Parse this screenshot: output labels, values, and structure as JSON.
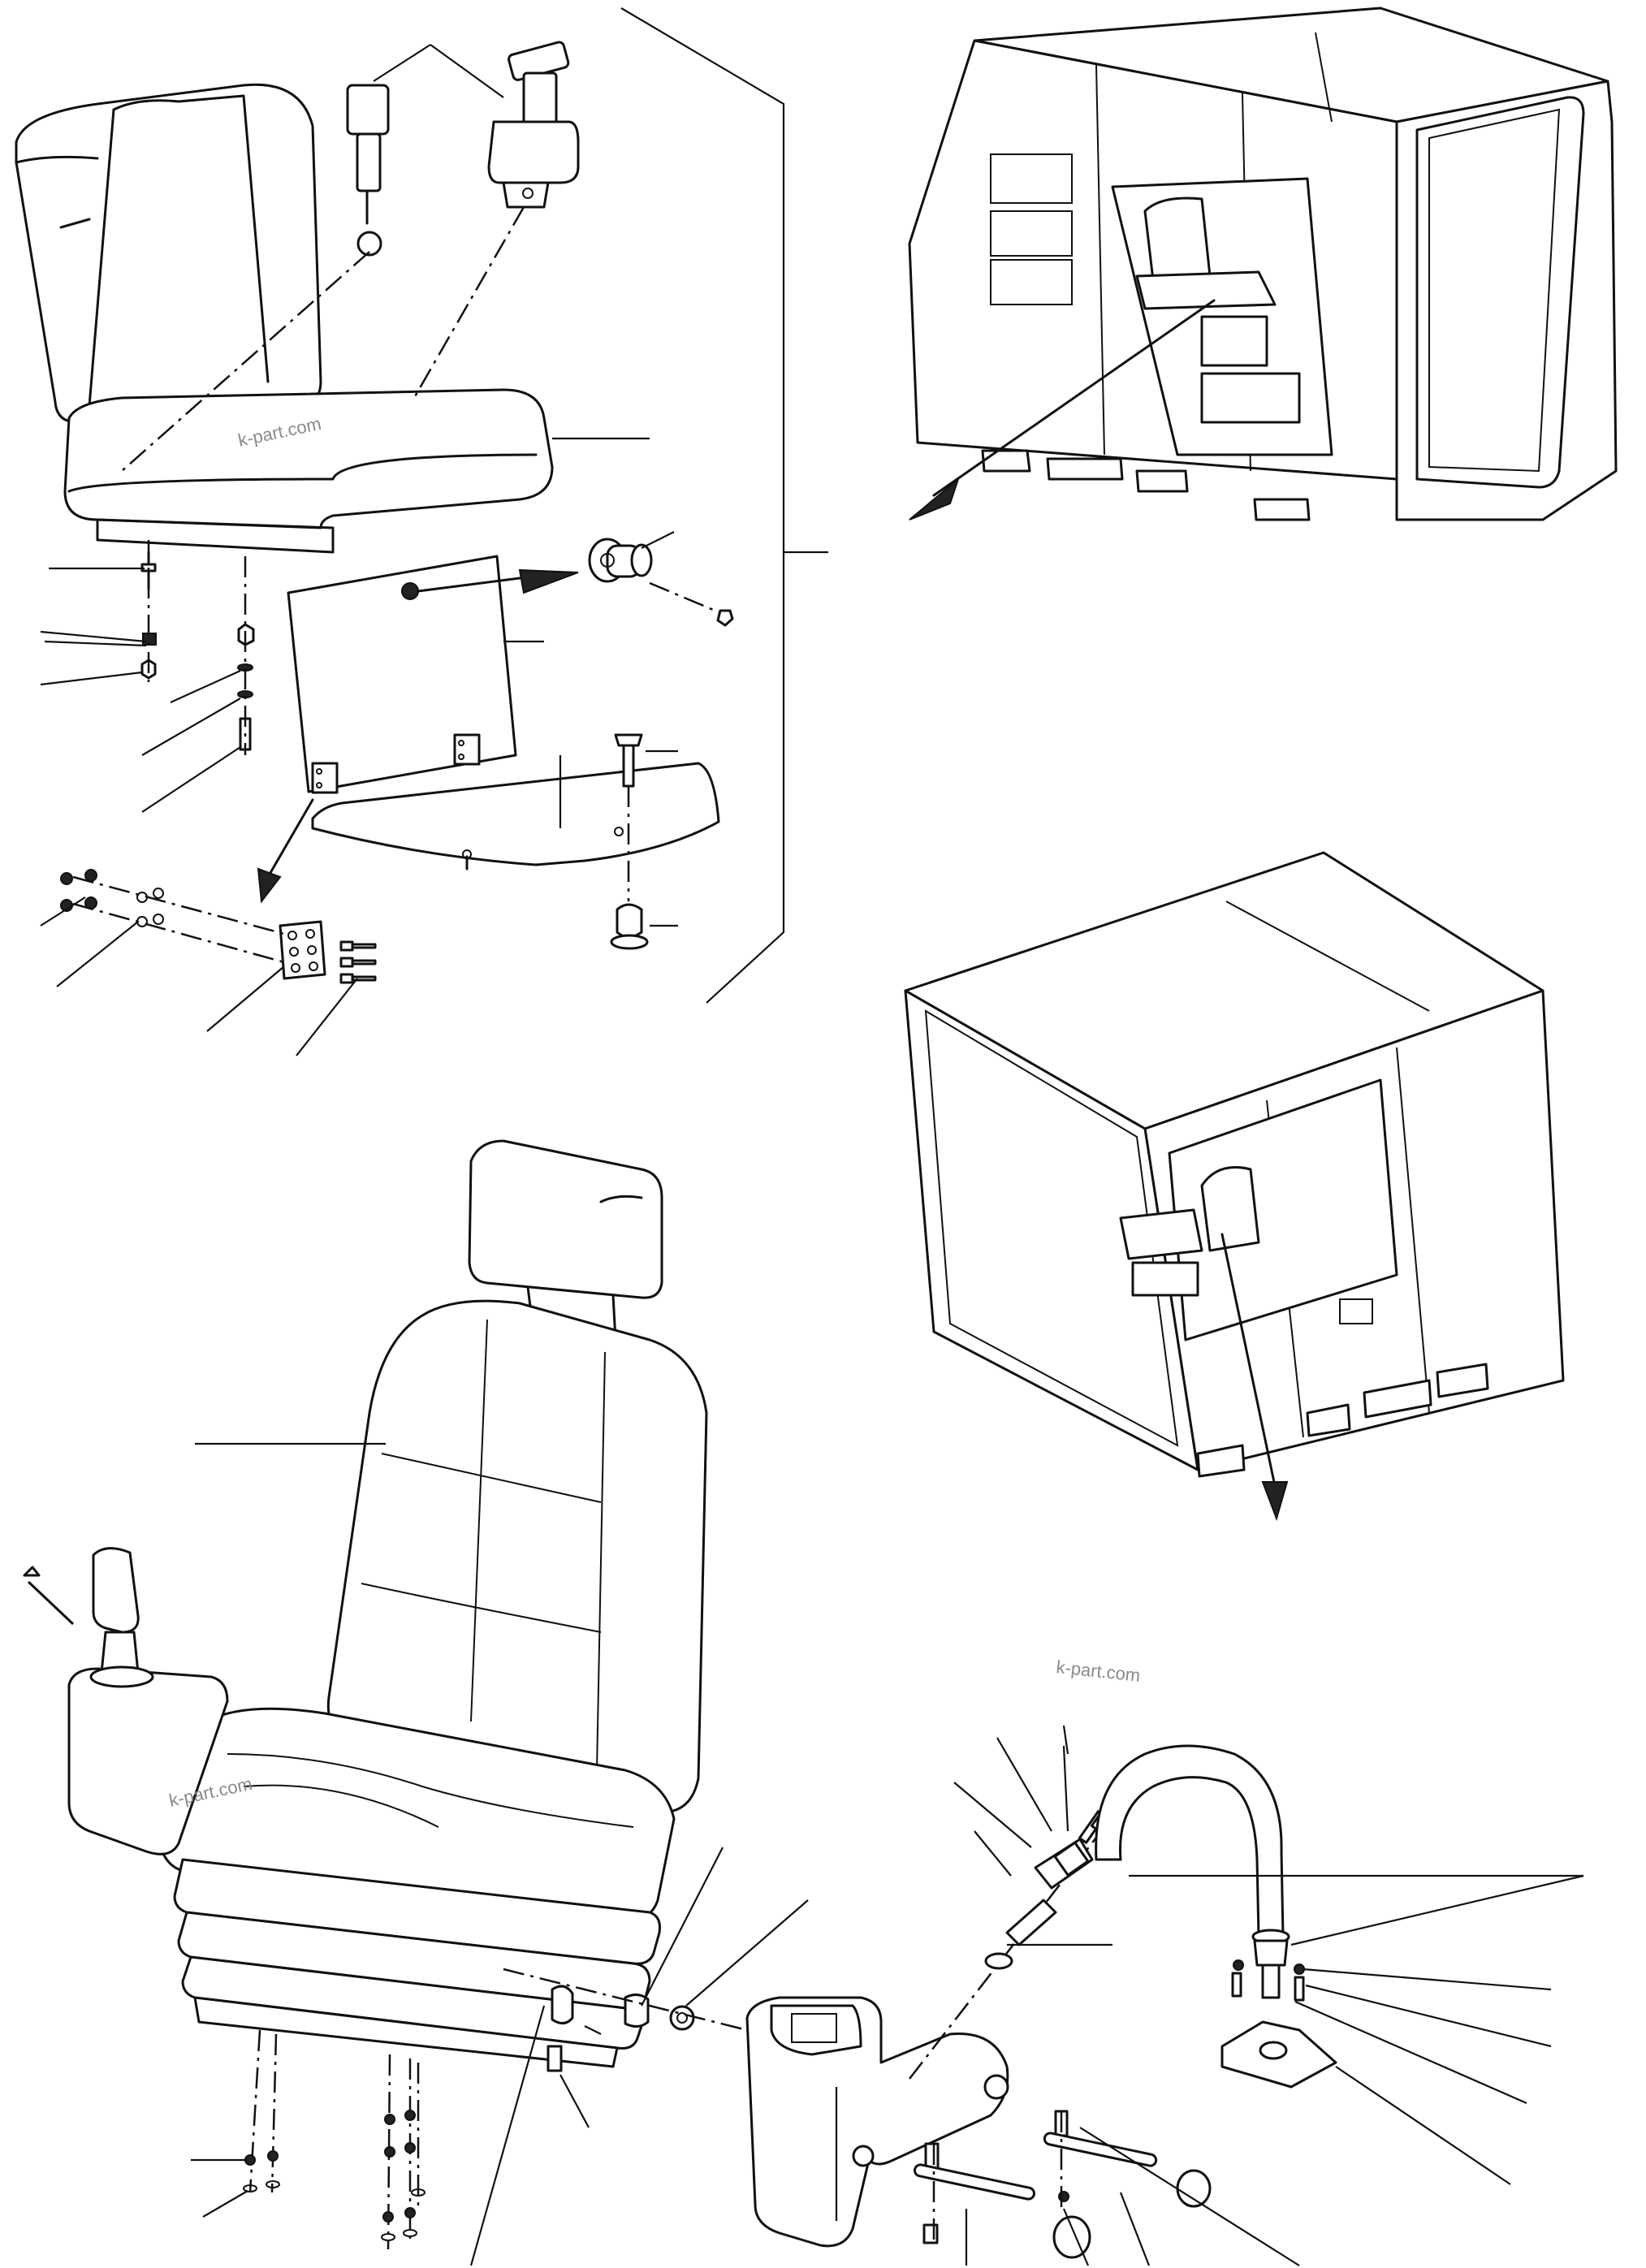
{
  "watermark": {
    "text_seat": "k-part.com",
    "text_middle": "k-part.com",
    "text_lower": "k-part.com"
  }
}
